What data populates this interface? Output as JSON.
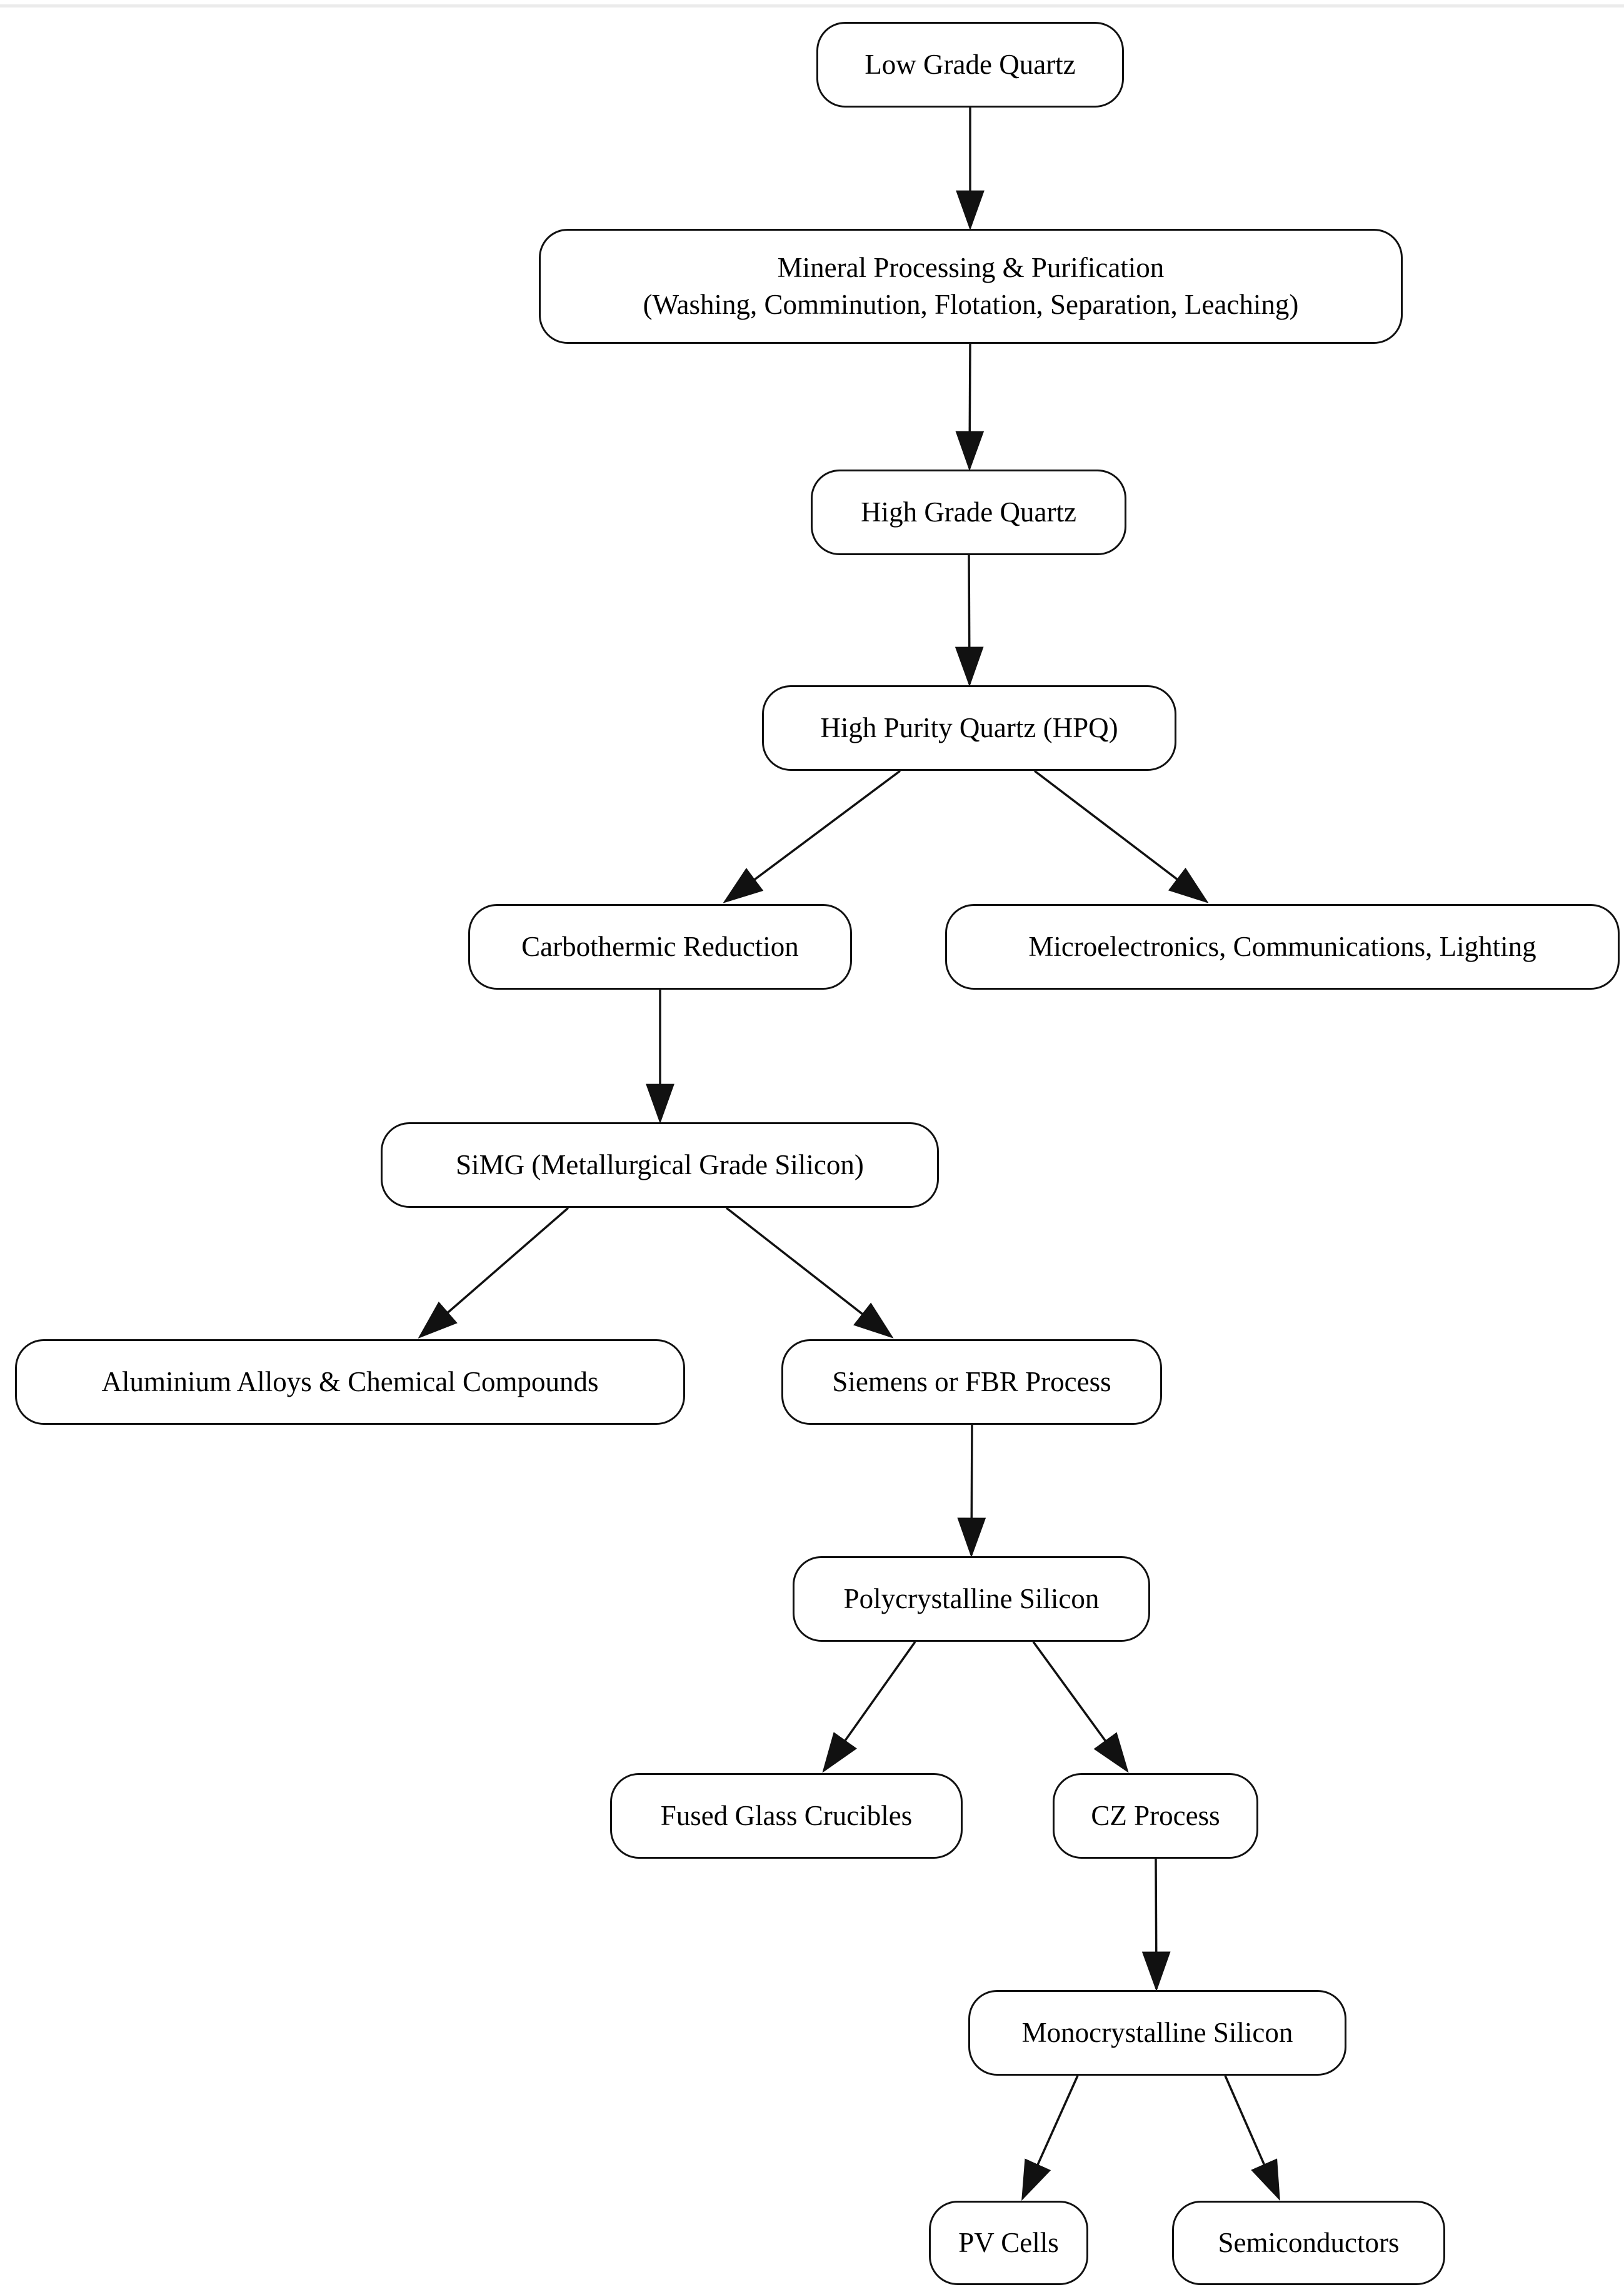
{
  "nodes": {
    "low_grade_quartz": {
      "label": "Low Grade Quartz"
    },
    "mineral_processing": {
      "label": "Mineral Processing & Purification",
      "label2": "(Washing, Comminution, Flotation, Separation, Leaching)"
    },
    "high_grade_quartz": {
      "label": "High Grade Quartz"
    },
    "high_purity_quartz": {
      "label": "High Purity Quartz (HPQ)"
    },
    "carbothermic": {
      "label": "Carbothermic Reduction"
    },
    "microelectronics": {
      "label": "Microelectronics, Communications, Lighting"
    },
    "simg": {
      "label": "SiMG (Metallurgical Grade Silicon)"
    },
    "aluminium_alloys": {
      "label": "Aluminium Alloys & Chemical Compounds"
    },
    "siemens_fbr": {
      "label": "Siemens or FBR Process"
    },
    "polycrystalline": {
      "label": "Polycrystalline Silicon"
    },
    "fused_glass_crucibles": {
      "label": "Fused Glass Crucibles"
    },
    "cz_process": {
      "label": "CZ Process"
    },
    "monocrystalline": {
      "label": "Monocrystalline Silicon"
    },
    "pv_cells": {
      "label": "PV Cells"
    },
    "semiconductors": {
      "label": "Semiconductors"
    }
  },
  "edges": [
    {
      "from": "low_grade_quartz",
      "to": "mineral_processing"
    },
    {
      "from": "mineral_processing",
      "to": "high_grade_quartz"
    },
    {
      "from": "high_grade_quartz",
      "to": "high_purity_quartz"
    },
    {
      "from": "high_purity_quartz",
      "to": "carbothermic"
    },
    {
      "from": "high_purity_quartz",
      "to": "microelectronics"
    },
    {
      "from": "carbothermic",
      "to": "simg"
    },
    {
      "from": "simg",
      "to": "aluminium_alloys"
    },
    {
      "from": "simg",
      "to": "siemens_fbr"
    },
    {
      "from": "siemens_fbr",
      "to": "polycrystalline"
    },
    {
      "from": "polycrystalline",
      "to": "fused_glass_crucibles"
    },
    {
      "from": "polycrystalline",
      "to": "cz_process"
    },
    {
      "from": "cz_process",
      "to": "monocrystalline"
    },
    {
      "from": "monocrystalline",
      "to": "pv_cells"
    },
    {
      "from": "monocrystalline",
      "to": "semiconductors"
    }
  ],
  "style": {
    "background": "#ffffff",
    "node_fill": "#ffffff",
    "node_border_color": "#111111",
    "arrow_color": "#111111",
    "text_color": "#000000"
  }
}
